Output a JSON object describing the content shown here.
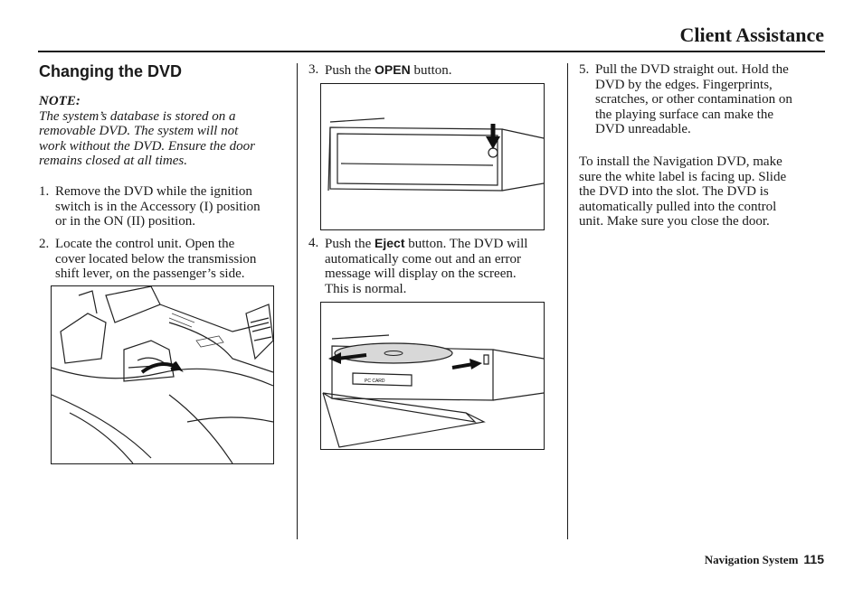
{
  "header": {
    "title": "Client Assistance"
  },
  "section": {
    "title": "Changing the DVD"
  },
  "note": {
    "label": "NOTE:",
    "lines": [
      "The system’s database is stored on a",
      "removable DVD. The system will not",
      "work without the DVD. Ensure the door",
      "remains closed at all times."
    ]
  },
  "steps": {
    "s1": {
      "num": "1.",
      "lines": [
        "Remove the DVD while the ignition",
        "switch is in the Accessory (I) position",
        "or in the ON (II) position."
      ]
    },
    "s2": {
      "num": "2.",
      "lines": [
        "Locate the control unit. Open the",
        "cover located below the transmission",
        "shift lever, on the passenger’s side."
      ]
    },
    "s3": {
      "num": "3.",
      "pre": "Push the ",
      "key": "OPEN",
      "post": " button."
    },
    "s4": {
      "num": "4.",
      "pre": "Push the ",
      "key": "Eject",
      "post": " button. The DVD will",
      "lines": [
        "automatically come out and an error",
        "message will display on the screen.",
        "This is normal."
      ]
    },
    "s5": {
      "num": "5.",
      "lines": [
        "Pull the DVD straight out. Hold the",
        "DVD by the edges. Fingerprints,",
        "scratches, or other contamination on",
        "the playing surface can make the",
        "DVD unreadable."
      ]
    }
  },
  "install": {
    "lines": [
      "To install the Navigation DVD, make",
      "sure the white label is facing up. Slide",
      "the DVD into the slot. The DVD is",
      "automatically pulled into the control",
      "unit. Make sure you close the door."
    ]
  },
  "figure": {
    "card_label": "PC CARD"
  },
  "footer": {
    "label": "Navigation System",
    "page": "115"
  }
}
